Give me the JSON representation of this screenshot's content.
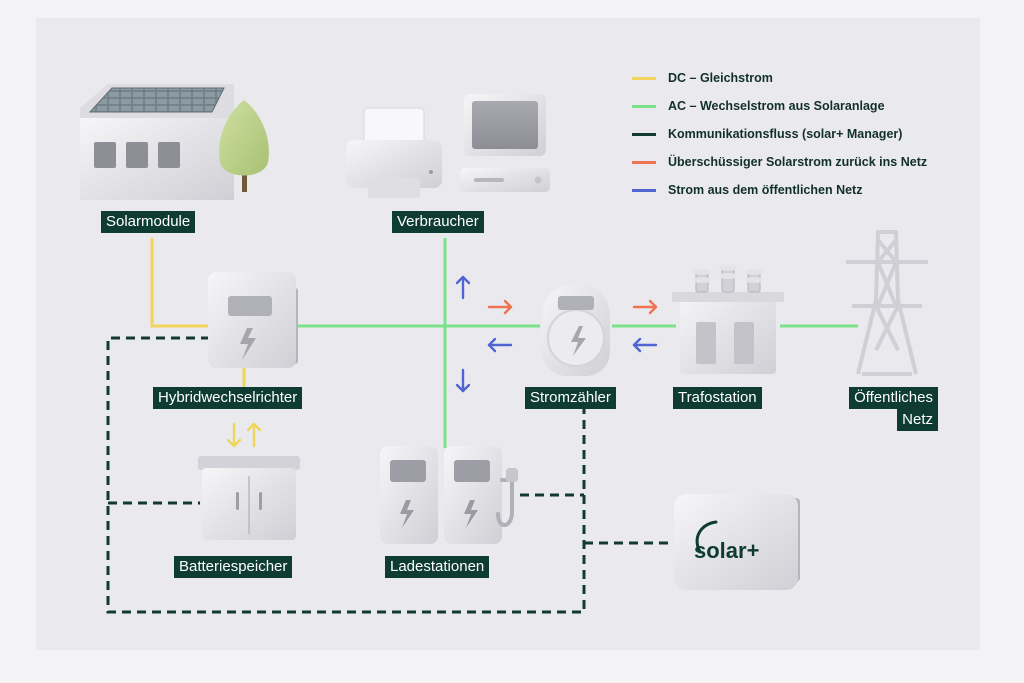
{
  "colors": {
    "dc": "#f1d55a",
    "ac": "#7be28a",
    "communication": "#123a31",
    "feed_in": "#ef7350",
    "grid_supply": "#5064d2",
    "label_bg": "#0e3b32"
  },
  "legend": [
    {
      "label": "DC – Gleichstrom",
      "color": "#f1d55a"
    },
    {
      "label": "AC – Wechselstrom aus Solaranlage",
      "color": "#7be28a"
    },
    {
      "label": "Kommunikationsfluss (solar+ Manager)",
      "color": "#123a31"
    },
    {
      "label": "Überschüssiger Solarstrom zurück ins Netz",
      "color": "#ef7350"
    },
    {
      "label": "Strom aus dem öffentlichen Netz",
      "color": "#5064d2"
    }
  ],
  "nodes": {
    "solarmodule": {
      "label": "Solarmodule",
      "icon": "house-with-solar-panels-icon"
    },
    "verbraucher": {
      "label": "Verbraucher",
      "icon": "printer-and-computer-icon"
    },
    "hybridwechselrichter": {
      "label": "Hybridwechselrichter",
      "icon": "inverter-icon"
    },
    "batteriespeicher": {
      "label": "Batteriespeicher",
      "icon": "battery-cabinet-icon"
    },
    "ladestationen": {
      "label": "Ladestationen",
      "icon": "charging-station-icon"
    },
    "stromzaehler": {
      "label": "Stromzähler",
      "icon": "electricity-meter-icon"
    },
    "trafostation": {
      "label": "Trafostation",
      "icon": "transformer-icon"
    },
    "netz": {
      "label_lines": [
        "Öffentliches",
        "Netz"
      ],
      "icon": "power-pylon-icon"
    },
    "solarplus": {
      "logo_text": "solar+",
      "icon": "solar-plus-manager-icon"
    }
  }
}
